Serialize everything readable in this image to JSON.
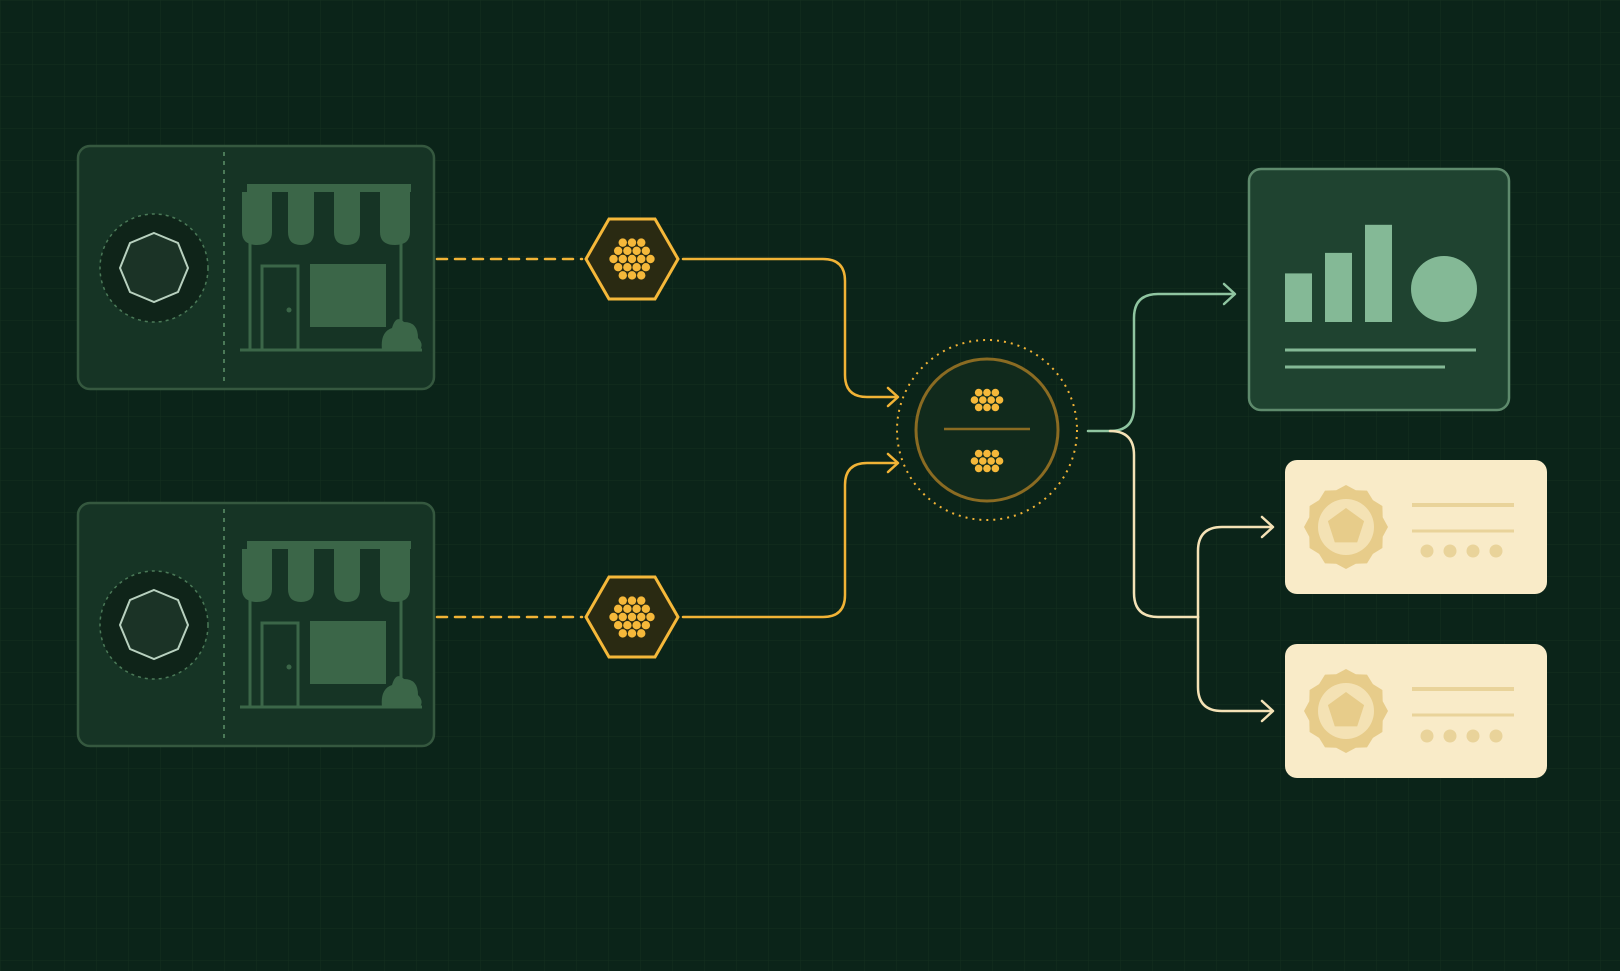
{
  "colors": {
    "background": "#0b2419",
    "grid_line": "#15301f",
    "store_panel_fill": "#163425",
    "store_panel_stroke": "#35583f",
    "store_green": "#3b6648",
    "store_green_light": "#4b7a58",
    "token_gold": "#f5b83a",
    "token_fill": "#2a2a12",
    "hub_ring": "#8a6b22",
    "connector_gold": "#f1b336",
    "connector_mint": "#8fc5a0",
    "connector_cream": "#f4e2b6",
    "report_fill": "#1f4330",
    "report_stroke": "#5e8a6c",
    "report_mark": "#84b996",
    "card_fill": "#f9ebc8",
    "card_mark": "#e9d39a",
    "badge_fill": "#e7cc8a",
    "badge_inner": "#f4e2b4"
  },
  "diagram": {
    "nodes": [
      {
        "id": "store-top",
        "icon": "storefront-icon",
        "side_icon": "octagon-badge-icon"
      },
      {
        "id": "store-bottom",
        "icon": "storefront-icon",
        "side_icon": "octagon-badge-icon"
      },
      {
        "id": "token-top",
        "icon": "honeycomb-token-icon"
      },
      {
        "id": "token-bottom",
        "icon": "honeycomb-token-icon"
      },
      {
        "id": "hub",
        "icon": "merge-hub-icon"
      },
      {
        "id": "report",
        "icon": "bar-chart-report-icon",
        "bars": [
          0.45,
          0.64,
          0.9
        ]
      },
      {
        "id": "reward-card-top",
        "icon": "seal-badge-icon",
        "dots": 4
      },
      {
        "id": "reward-card-bottom",
        "icon": "seal-badge-icon",
        "dots": 4
      }
    ],
    "edges": [
      {
        "from": "store-top",
        "to": "token-top",
        "style": "dashed",
        "color": "gold"
      },
      {
        "from": "store-bottom",
        "to": "token-bottom",
        "style": "dashed",
        "color": "gold"
      },
      {
        "from": "token-top",
        "to": "hub",
        "style": "solid",
        "color": "gold",
        "arrow": true
      },
      {
        "from": "token-bottom",
        "to": "hub",
        "style": "solid",
        "color": "gold",
        "arrow": true
      },
      {
        "from": "hub",
        "to": "report",
        "style": "solid",
        "color": "mint",
        "arrow": true
      },
      {
        "from": "hub",
        "to": "reward-card-top",
        "style": "solid",
        "color": "cream",
        "arrow": true
      },
      {
        "from": "hub",
        "to": "reward-card-bottom",
        "style": "solid",
        "color": "cream",
        "arrow": true
      }
    ]
  }
}
